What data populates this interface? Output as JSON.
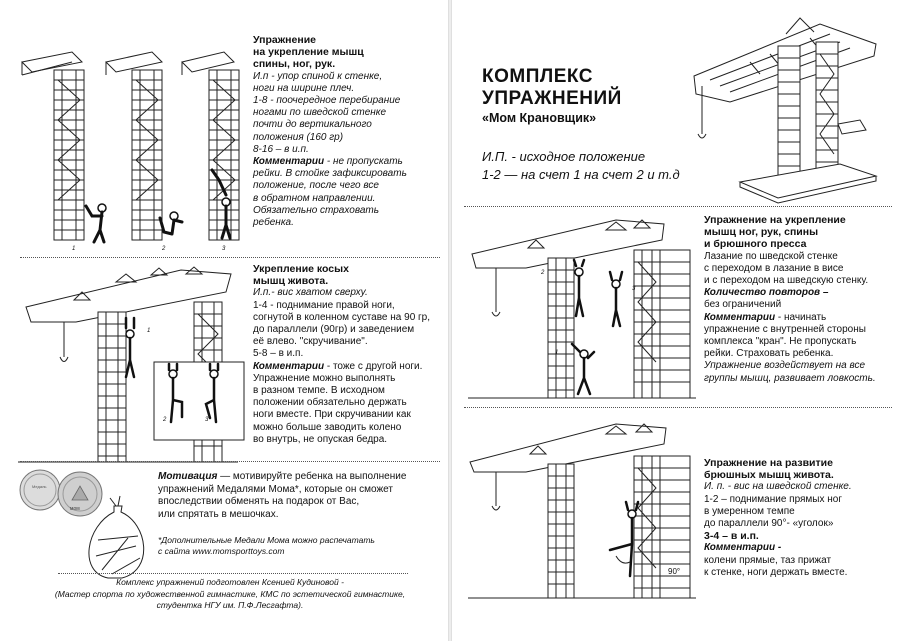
{
  "left": {
    "section1": {
      "title": [
        "Упражнение",
        "на укрепление мышц",
        "спины, ног, рук."
      ],
      "lines": [
        {
          "text": "И.п -  упор спиной к стенке,",
          "style": "i"
        },
        {
          "text": "ноги на ширине плеч.",
          "style": "i"
        },
        {
          "text": "1-8  - поочередное перебирание",
          "style": "i"
        },
        {
          "text": "ногами по шведской  стенке",
          "style": "i"
        },
        {
          "text": "почти до вертикального",
          "style": "i"
        },
        {
          "text": "положения  (160 гр)",
          "style": "i"
        },
        {
          "text": "8-16 – в и.п.",
          "style": "i"
        }
      ],
      "comment_label": "Комментарии",
      "comment_first": " - не пропускать",
      "comment_lines": [
        "рейки. В стойке зафиксировать",
        "положение, после чего все",
        "в обратном  направлении.",
        "Обязательно страховать",
        "ребенка."
      ],
      "figure_numbers": [
        "1",
        "2",
        "3"
      ]
    },
    "section2": {
      "title": [
        "Укрепление косых",
        "мышц живота."
      ],
      "lines": [
        {
          "text": "И.п.-  вис хватом сверху.",
          "style": "i"
        },
        {
          "text": "1-4 - поднимание правой ноги,",
          "style": ""
        },
        {
          "text": "согнутой в коленном суставе на 90 гр,",
          "style": ""
        },
        {
          "text": "до параллели (90гр) и заведением",
          "style": ""
        },
        {
          "text": "её влево. \"скручивание\".",
          "style": ""
        },
        {
          "text": "5-8 – в  и.п.",
          "style": ""
        }
      ],
      "comment_label": "Комментарии",
      "comment_first": " - тоже с другой ноги.",
      "comment_lines": [
        "Упражнение можно выполнять",
        "в разном темпе. В исходном",
        "положении обязательно держать",
        "ноги вместе.  При скручивании как",
        "можно больше заводить колено",
        "во внутрь, не опуская бедра."
      ],
      "figure_numbers": [
        "1",
        "2",
        "3"
      ]
    },
    "motivation": {
      "label": "Мотивация",
      "first": " — мотивируйте ребенка на выполнение",
      "lines": [
        "упражнений  Медалями Мома*, которые он сможет",
        "впоследствии обменять на подарок от Вас,",
        "или спрятать в мешочках."
      ],
      "footnote": [
        "*Дополнительные Медали Мома можно распечатать",
        "с сайта www.momsporttoys.com"
      ],
      "medal_text": [
        "Медаль",
        "мом"
      ]
    },
    "credits": [
      "Комплекс упражнений подготовлен  Ксенией Кудиновой -",
      "(Мастер спорта по художественной гимнастике, КМС по эстетической гимнастике,",
      "студентка НГУ им. П.Ф.Лесгафта)."
    ]
  },
  "right": {
    "title": [
      "КОМПЛЕКС",
      "УПРАЖНЕНИЙ"
    ],
    "subtitle": "«Мом Крановщик»",
    "legend": [
      "И.П. - исходное положение",
      "1-2 — на счет 1 на счет 2 и т.д"
    ],
    "section3": {
      "title": [
        "Упражнение на укрепление",
        "мышц ног, рук, спины",
        "и брюшного пресса"
      ],
      "lines": [
        "Лазание по шведской стенке",
        "с переходом в лазание в висе",
        "и с переходом на шведскую стенку."
      ],
      "count_label": "Количество повторов –",
      "count_value": "без ограничений",
      "comment_label": "Комментарии",
      "comment_first": " - начинать",
      "comment_lines": [
        "упражнение с внутренней стороны",
        "комплекса \"кран\". Не пропускать",
        "рейки. Страховать ребенка."
      ],
      "note_lines": [
        "Упражнение воздействует на все",
        "группы мышц, развивает ловкость."
      ],
      "figure_numbers": [
        "2",
        "3",
        "1"
      ]
    },
    "section4": {
      "title": [
        "Упражнение на развитие",
        "брюшных мышц живота."
      ],
      "lines": [
        {
          "text": "И. п.  -  вис на шведской стенке.",
          "style": "i"
        },
        {
          "text": "1-2 – поднимание прямых ног",
          "style": ""
        },
        {
          "text": "в умеренном темпе",
          "style": ""
        },
        {
          "text": "до параллели 90°- «уголок»",
          "style": ""
        },
        {
          "text": "3-4 – в и.п.",
          "style": "b"
        }
      ],
      "comment_label": "Комментарии -",
      "comment_lines": [
        "колени прямые, таз прижат",
        "к стенке, ноги держать вместе."
      ],
      "angle_label": "90°"
    }
  }
}
